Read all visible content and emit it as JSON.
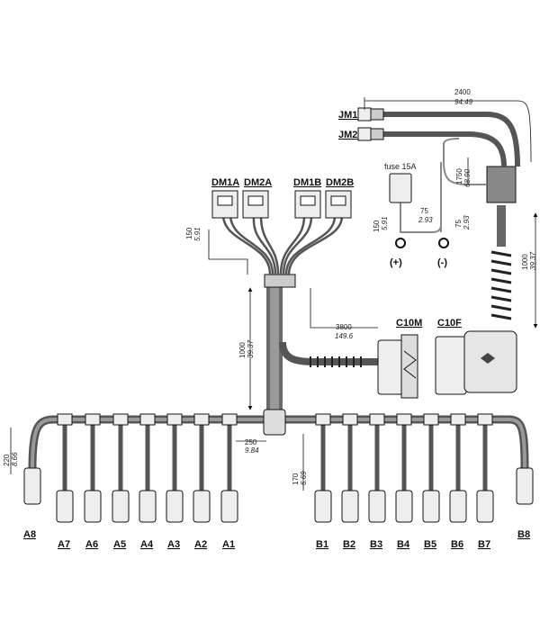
{
  "connectors": {
    "top": [
      "DM1A",
      "DM2A",
      "DM1B",
      "DM2B"
    ],
    "jumpers": [
      "JM1",
      "JM2"
    ],
    "main_male": "C10M",
    "main_female": "C10F",
    "left_row": [
      "A8",
      "A7",
      "A6",
      "A5",
      "A4",
      "A3",
      "A2",
      "A1"
    ],
    "right_row": [
      "B1",
      "B2",
      "B3",
      "B4",
      "B5",
      "B6",
      "B7",
      "B8"
    ]
  },
  "fuse": {
    "label": "fuse 15A",
    "plus": "(+)",
    "minus": "(-)"
  },
  "dimensions": {
    "d2400": {
      "mm": "2400",
      "in": "94.49"
    },
    "d1750": {
      "mm": "1750",
      "in": "68.90"
    },
    "d150": {
      "mm": "150",
      "in": "5.91"
    },
    "d75a": {
      "mm": "75",
      "in": "2.93"
    },
    "d75b": {
      "mm": "75",
      "in": "2.93"
    },
    "d150b": {
      "mm": "150",
      "in": "5.91"
    },
    "d1000r": {
      "mm": "1000",
      "in": "39.37"
    },
    "d3800": {
      "mm": "3800",
      "in": "149.6"
    },
    "d1000l": {
      "mm": "1000",
      "in": "39.37"
    },
    "d250": {
      "mm": "250",
      "in": "9.84"
    },
    "d220": {
      "mm": "220",
      "in": "8.66"
    },
    "d170": {
      "mm": "170",
      "in": "6.69"
    }
  },
  "colors": {
    "cable": "#4a4a4a",
    "cable_light": "#8a8a8a",
    "connector_fill": "#e8e8e8",
    "line": "#111111"
  }
}
